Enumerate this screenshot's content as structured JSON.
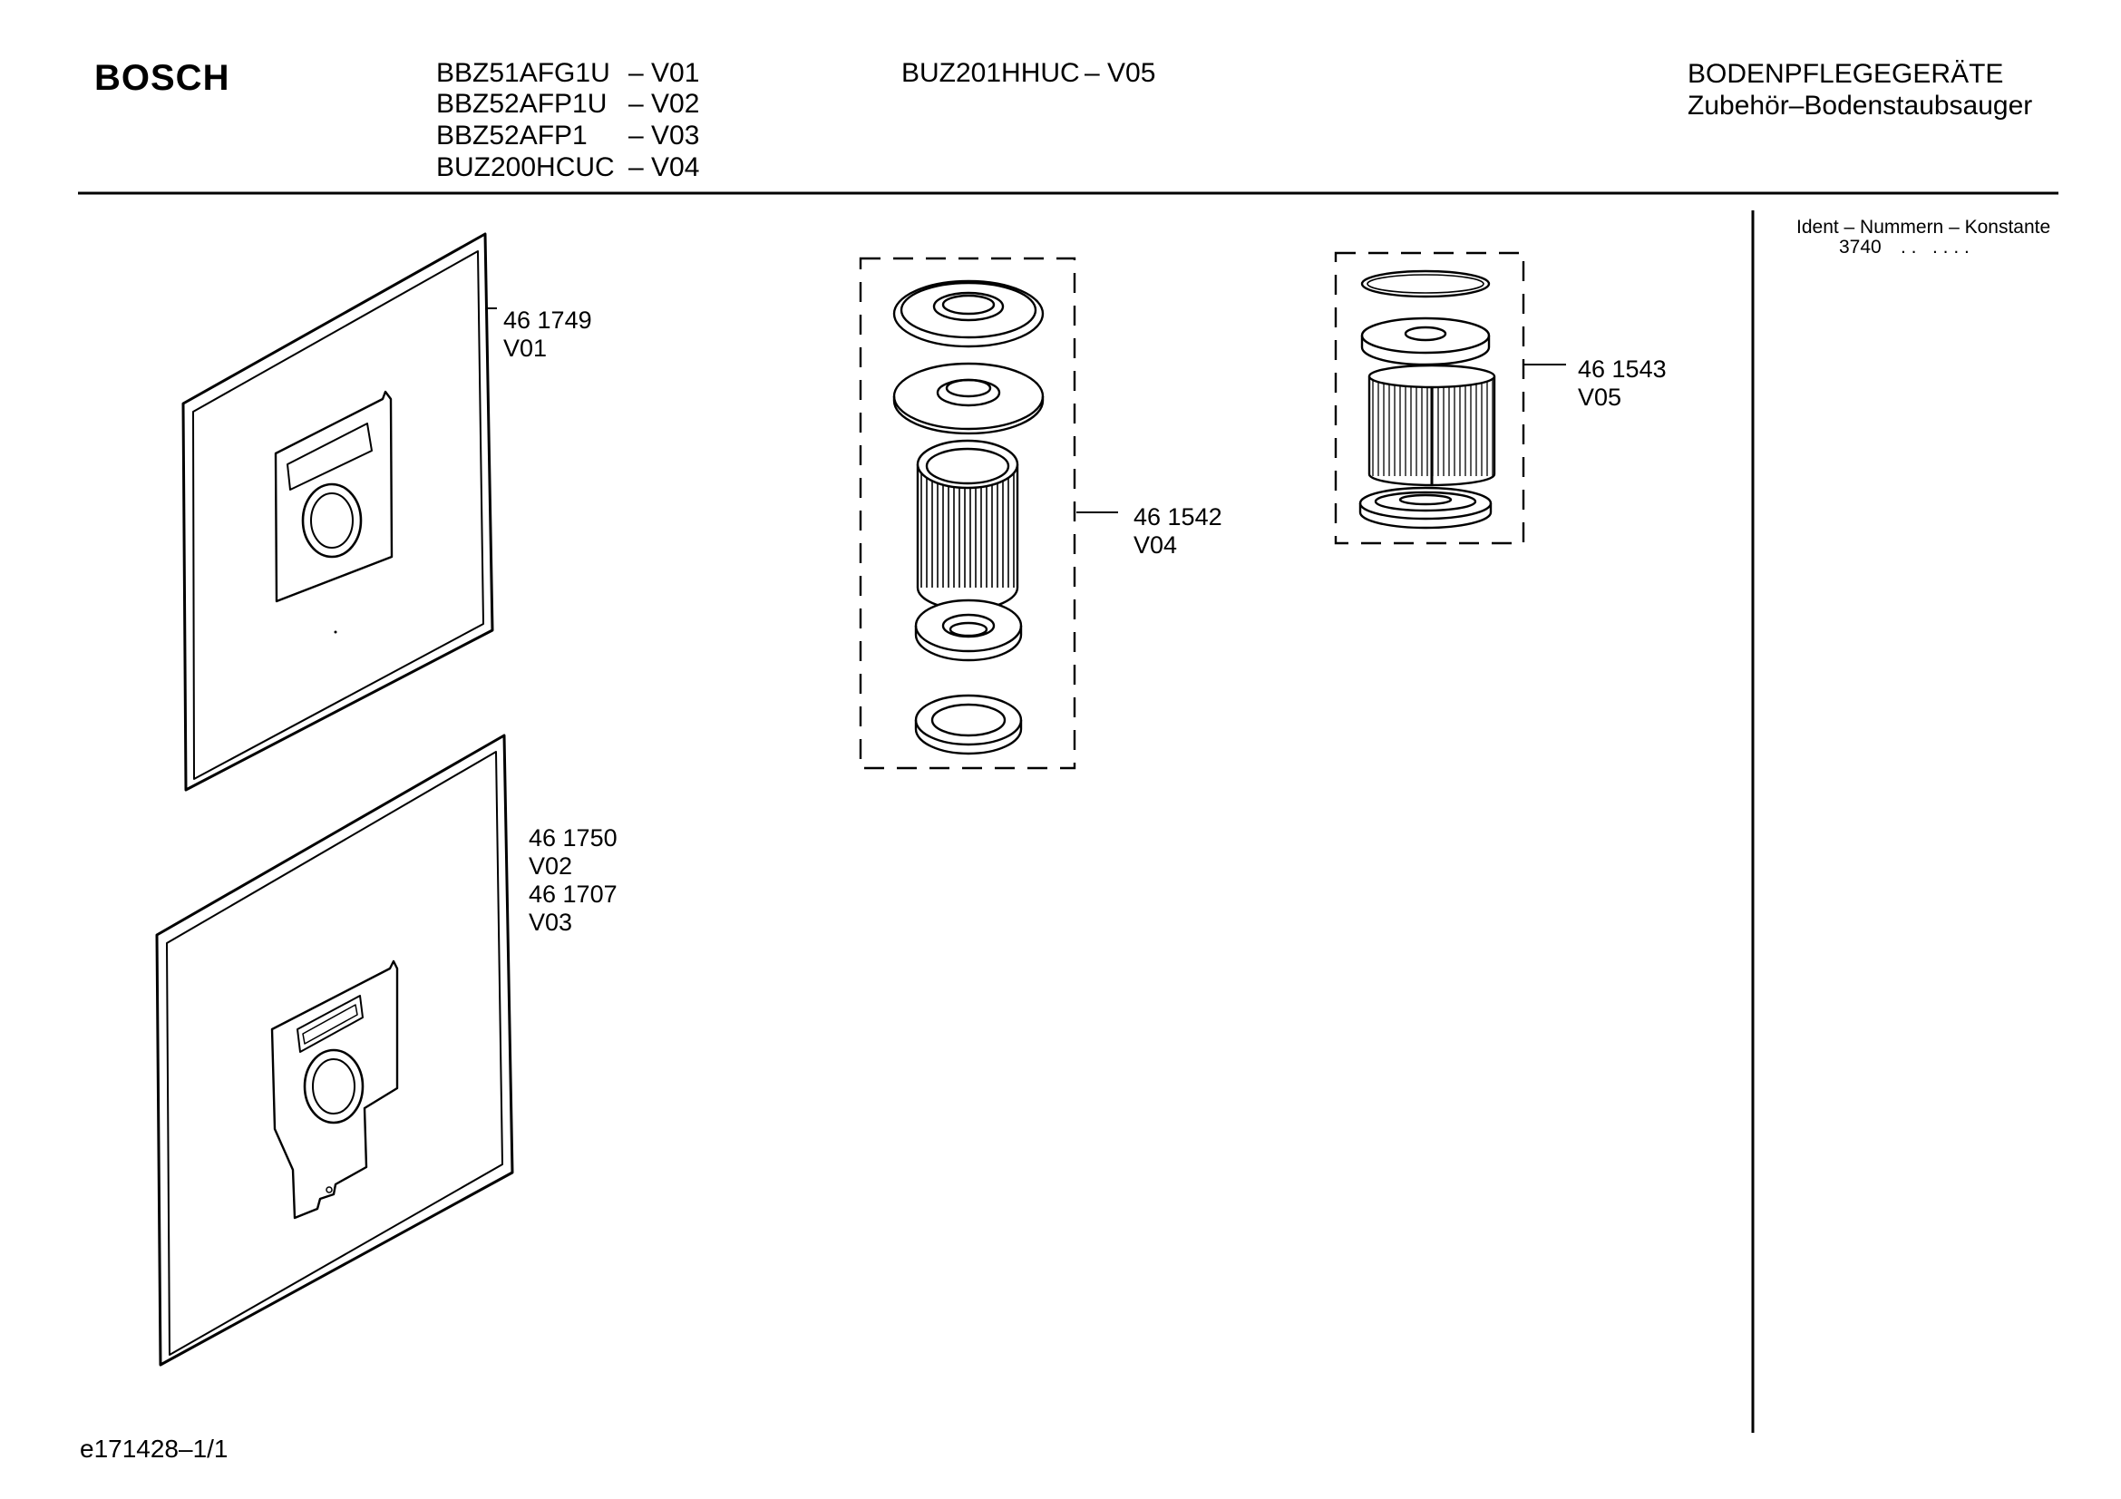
{
  "header": {
    "brand": "BOSCH",
    "models": [
      {
        "code": "BBZ51AFG1U",
        "variant": "– V01"
      },
      {
        "code": "BBZ52AFP1U",
        "variant": "– V02"
      },
      {
        "code": "BBZ52AFP1",
        "variant": "– V03"
      },
      {
        "code": "BUZ200HCUC",
        "variant": "– V04"
      }
    ],
    "model_extra": {
      "code": "BUZ201HHUC",
      "variant": "– V05"
    },
    "category": "BODENPFLEGEGERÄTE",
    "subcategory": "Zubehör–Bodenstaubsauger"
  },
  "ident": {
    "label": "Ident – Nummern – Konstante",
    "value": "3740",
    "dots": ". .   . . . ."
  },
  "parts": [
    {
      "number": "46 1749",
      "variant": "V01"
    },
    {
      "number": "46 1750",
      "variant": "V02",
      "number2": "46 1707",
      "variant2": "V03"
    },
    {
      "number": "46 1542",
      "variant": "V04"
    },
    {
      "number": "46 1543",
      "variant": "V05"
    }
  ],
  "footer": {
    "drawing_id": "e171428–1/1"
  }
}
